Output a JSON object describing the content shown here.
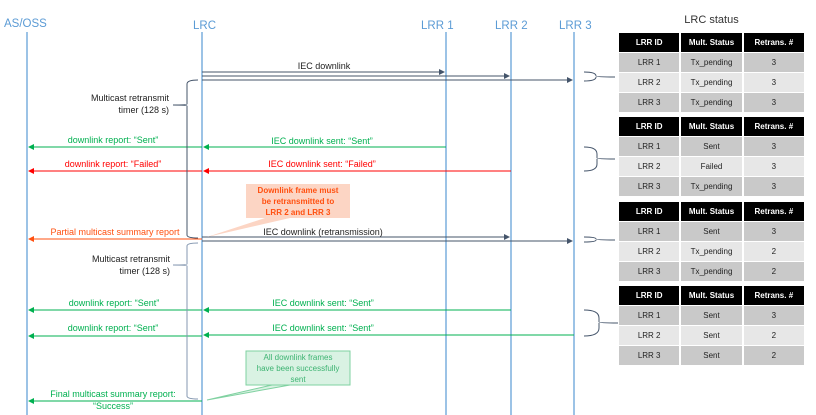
{
  "actors": {
    "as_oss": "AS/OSS",
    "lrc": "LRC",
    "lrr1": "LRR 1",
    "lrr2": "LRR 2",
    "lrr3": "LRR 3"
  },
  "messages": {
    "iec_downlink": "IEC downlink",
    "timer1_line1": "Multicast retransmit",
    "timer1_line2": "timer (128 s)",
    "sent_report_1": "downlink report: “Sent”",
    "iec_sent_1": "IEC downlink sent: “Sent”",
    "failed_report": "downlink report: “Failed”",
    "iec_failed": "IEC downlink sent: “Failed”",
    "partial_report": "Partial multicast summary report",
    "iec_retrans": "IEC downlink (retransmission)",
    "timer2_line1": "Multicast retransmit",
    "timer2_line2": "timer (128 s)",
    "sent_report_2": "downlink report: “Sent”",
    "iec_sent_2": "IEC downlink sent: “Sent”",
    "sent_report_3": "downlink report: “Sent”",
    "iec_sent_3": "IEC downlink sent: “Sent”",
    "final_report_line1": "Final multicast summary report:",
    "final_report_line2": "“Success”"
  },
  "notes": {
    "retransmit_note": [
      "Downlink frame must",
      "be retransmitted to",
      "LRR 2 and LRR 3"
    ],
    "success_note": [
      "All downlink frames",
      "have been successfully",
      "sent"
    ]
  },
  "status": {
    "title": "LRC status",
    "headers": [
      "LRR ID",
      "Mult. Status",
      "Retrans. #"
    ],
    "tables": [
      [
        [
          "LRR 1",
          "Tx_pending",
          "3"
        ],
        [
          "LRR 2",
          "Tx_pending",
          "3"
        ],
        [
          "LRR 3",
          "Tx_pending",
          "3"
        ]
      ],
      [
        [
          "LRR 1",
          "Sent",
          "3"
        ],
        [
          "LRR 2",
          "Failed",
          "3"
        ],
        [
          "LRR 3",
          "Tx_pending",
          "3"
        ]
      ],
      [
        [
          "LRR 1",
          "Sent",
          "3"
        ],
        [
          "LRR 2",
          "Tx_pending",
          "2"
        ],
        [
          "LRR 3",
          "Tx_pending",
          "2"
        ]
      ],
      [
        [
          "LRR 1",
          "Sent",
          "3"
        ],
        [
          "LRR 2",
          "Sent",
          "2"
        ],
        [
          "LRR 3",
          "Sent",
          "2"
        ]
      ]
    ]
  },
  "colors": {
    "lifeline": "#5b9bd5",
    "downlink": "#44546a",
    "sent": "#00b050",
    "failed": "#ff0000",
    "partial": "#ff5010"
  }
}
